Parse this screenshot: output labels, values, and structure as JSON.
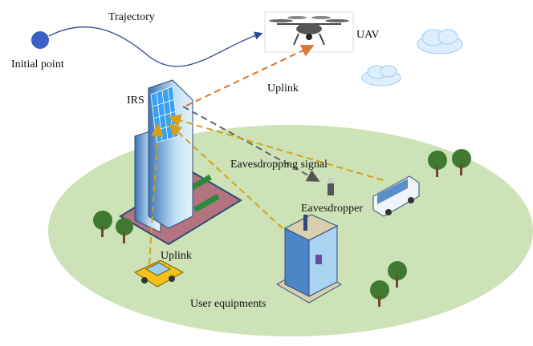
{
  "labels": {
    "trajectory": "Trajectory",
    "uav": "UAV",
    "initial_point": "Initial point",
    "irs": "IRS",
    "uplink_top": "Uplink",
    "eavesdropping_signal": "Eavesdropping signal",
    "eavesdropper": "Eavesdropper",
    "uplink_bottom": "Uplink",
    "user_equipments": "User equipments"
  },
  "colors": {
    "ground": "#cde2b6",
    "uplink_uav": "#d9782f",
    "uplink_users": "#d4a017",
    "eavesdrop": "#666666",
    "initial_point": "#3b5fc4"
  }
}
